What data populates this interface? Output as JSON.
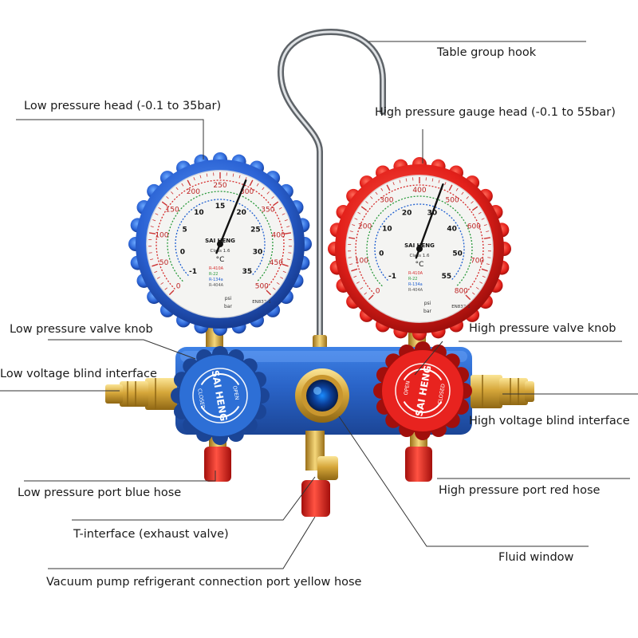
{
  "labels": {
    "table_group_hook": "Table group hook",
    "low_pressure_head": "Low pressure head (-0.1 to 35bar)",
    "high_pressure_head": "High pressure gauge head (-0.1 to 55bar)",
    "low_valve_knob": "Low pressure valve knob",
    "high_valve_knob": "High pressure valve knob",
    "low_blind_interface": "Low voltage blind interface",
    "high_blind_interface": "High voltage blind interface",
    "low_port_hose": "Low pressure port blue hose",
    "high_port_hose": "High pressure port red hose",
    "t_interface": "T-interface (exhaust valve)",
    "fluid_window": "Fluid window",
    "vacuum_port": "Vacuum pump refrigerant connection port yellow hose"
  },
  "brand": "SAI HENG",
  "knob_open": "OPEN",
  "knob_closed": "CLOSED",
  "low_gauge": {
    "scale_outer": [
      "0",
      "50",
      "100",
      "150",
      "200",
      "250",
      "300",
      "350",
      "400",
      "450",
      "500"
    ],
    "scale_bar": [
      "-1",
      "0",
      "5",
      "10",
      "15",
      "20",
      "25",
      "30",
      "35"
    ],
    "unit": "bar",
    "unit2": "psi",
    "class_text": "Class 1.6",
    "refrigerants": [
      "R-410A",
      "R-22",
      "R-134a",
      "R-404A"
    ],
    "temp_unit": "°C",
    "model": "EN837-1"
  },
  "high_gauge": {
    "scale_outer": [
      "0",
      "100",
      "200",
      "300",
      "400",
      "500",
      "600",
      "700",
      "800"
    ],
    "scale_bar": [
      "-1",
      "0",
      "10",
      "20",
      "30",
      "40",
      "50",
      "55"
    ],
    "unit": "bar",
    "unit2": "psi",
    "class_text": "Class 1.6",
    "refrigerants": [
      "R-410A",
      "R-22",
      "R-134a",
      "R-404A"
    ],
    "temp_unit": "°C",
    "model": "EN837-1"
  },
  "colors": {
    "low_side": "#2d6fd6",
    "high_side": "#e8231f",
    "manifold_body": "#2a67c9",
    "brass": "#d6a73a",
    "chrome": "#a9adb3"
  }
}
